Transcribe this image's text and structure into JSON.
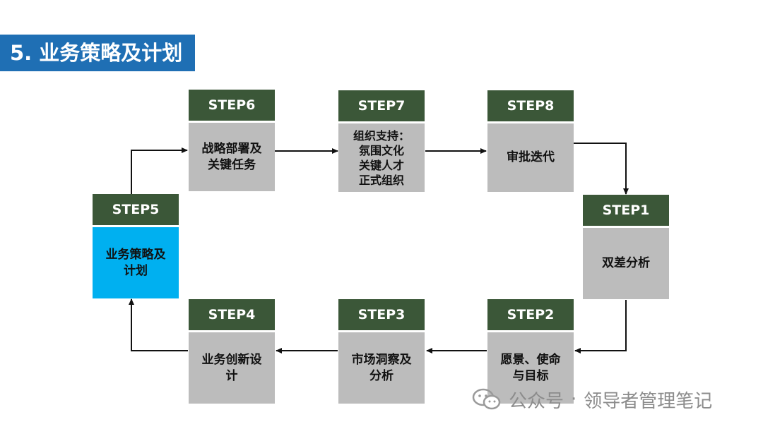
{
  "title": "5. 业务策略及计划",
  "steps": {
    "s1": {
      "label": "STEP1",
      "text": "双差分析"
    },
    "s2": {
      "label": "STEP2",
      "text": "愿景、使命\n与目标"
    },
    "s3": {
      "label": "STEP3",
      "text": "市场洞察及\n分析"
    },
    "s4": {
      "label": "STEP4",
      "text": "业务创新设\n计"
    },
    "s5": {
      "label": "STEP5",
      "text": "业务策略及\n计划"
    },
    "s6": {
      "label": "STEP6",
      "text": "战略部署及\n关键任务"
    },
    "s7": {
      "label": "STEP7",
      "text": "组织支持：\n氛围文化\n关键人才\n正式组织"
    },
    "s8": {
      "label": "STEP8",
      "text": "审批迭代"
    }
  },
  "watermark": {
    "source": "公众号",
    "separator": "·",
    "name": "领导者管理笔记"
  },
  "colors": {
    "title_bg": "#1f6fb4",
    "step_head": "#3b5738",
    "step_body": "#bcbcbc",
    "active_body": "#00b0f0"
  }
}
